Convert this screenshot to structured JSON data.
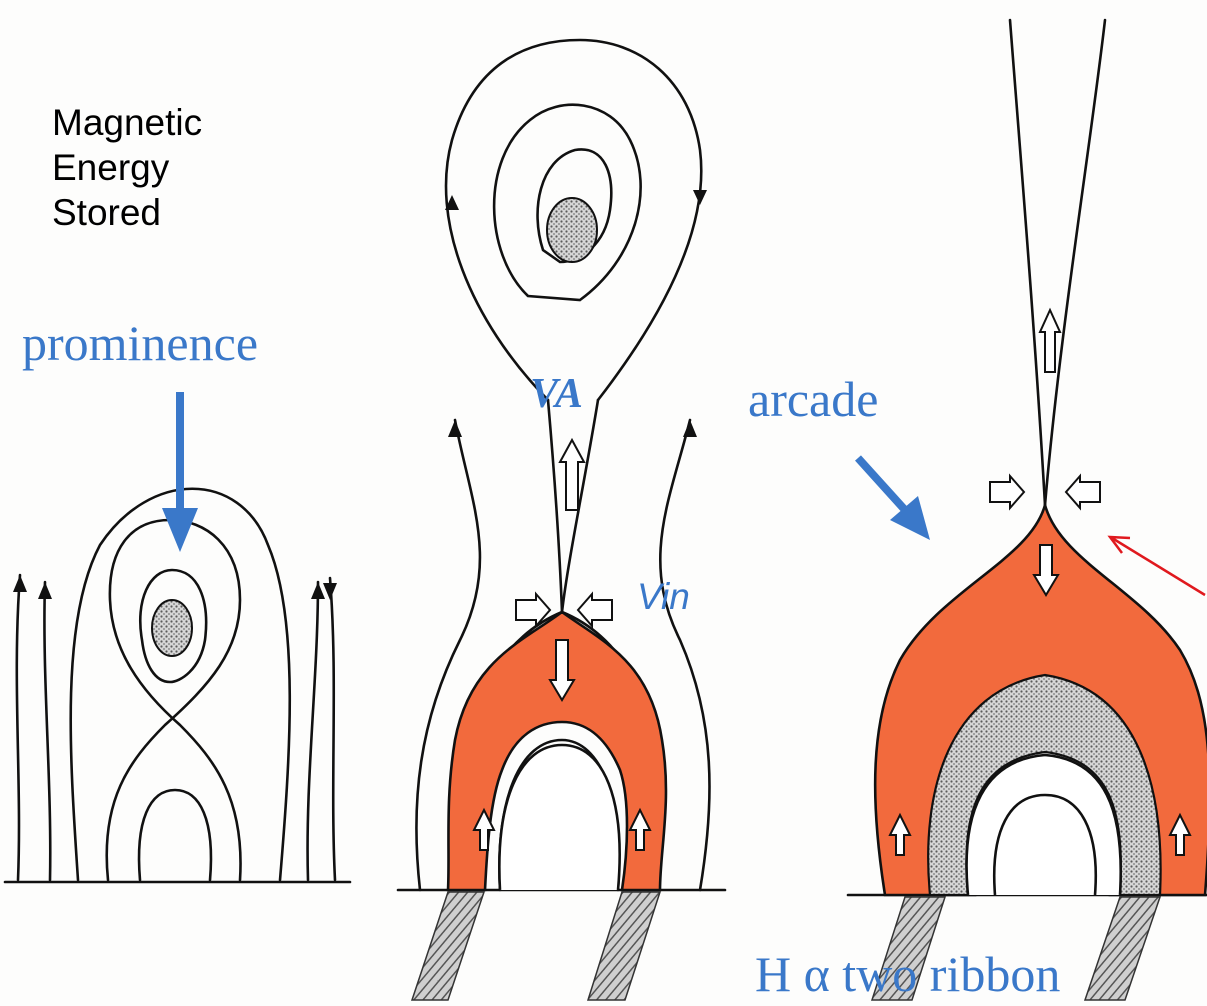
{
  "labels": {
    "energy": "Magnetic\nEnergy\nStored",
    "prominence": "prominence",
    "alfven_speed": "VA",
    "inflow_speed": "Vin",
    "arcade": "arcade",
    "ribbon": "H α  two ribbon"
  },
  "colors": {
    "line": "#111111",
    "blue_accent": "#3a78c9",
    "heated_plasma": "#f26a3d",
    "pointer": "#e0191e",
    "hatch": "#8a8a8a"
  }
}
